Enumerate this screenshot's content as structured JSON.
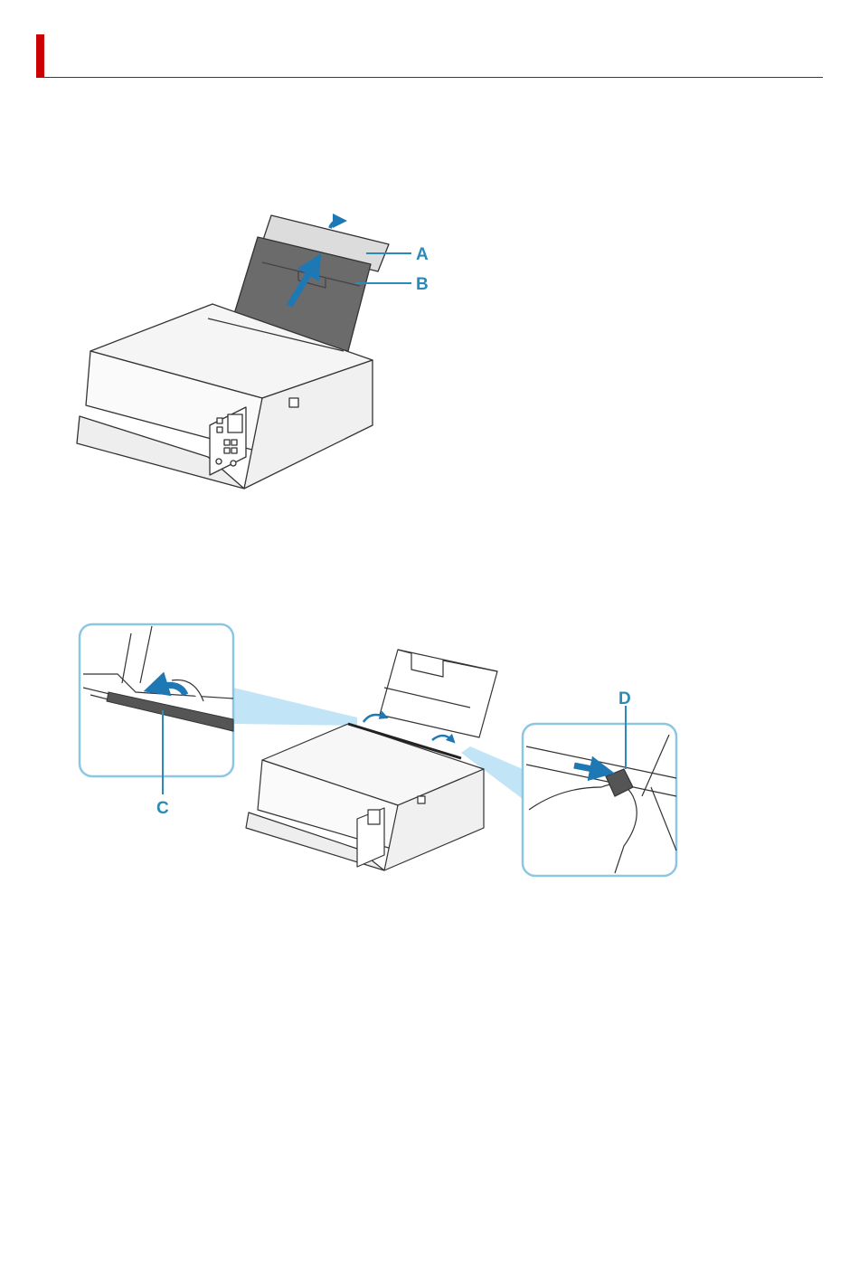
{
  "colors": {
    "accent_red": "#cc0000",
    "callout_blue": "#2a8ab8",
    "arrow_blue": "#1e78b4",
    "zoom_frame": "#8cc6e2",
    "zoom_beam": "#8ed0ee"
  },
  "figure1": {
    "label_a": "A",
    "label_b": "B"
  },
  "figure2": {
    "label_c": "C",
    "label_d": "D"
  }
}
